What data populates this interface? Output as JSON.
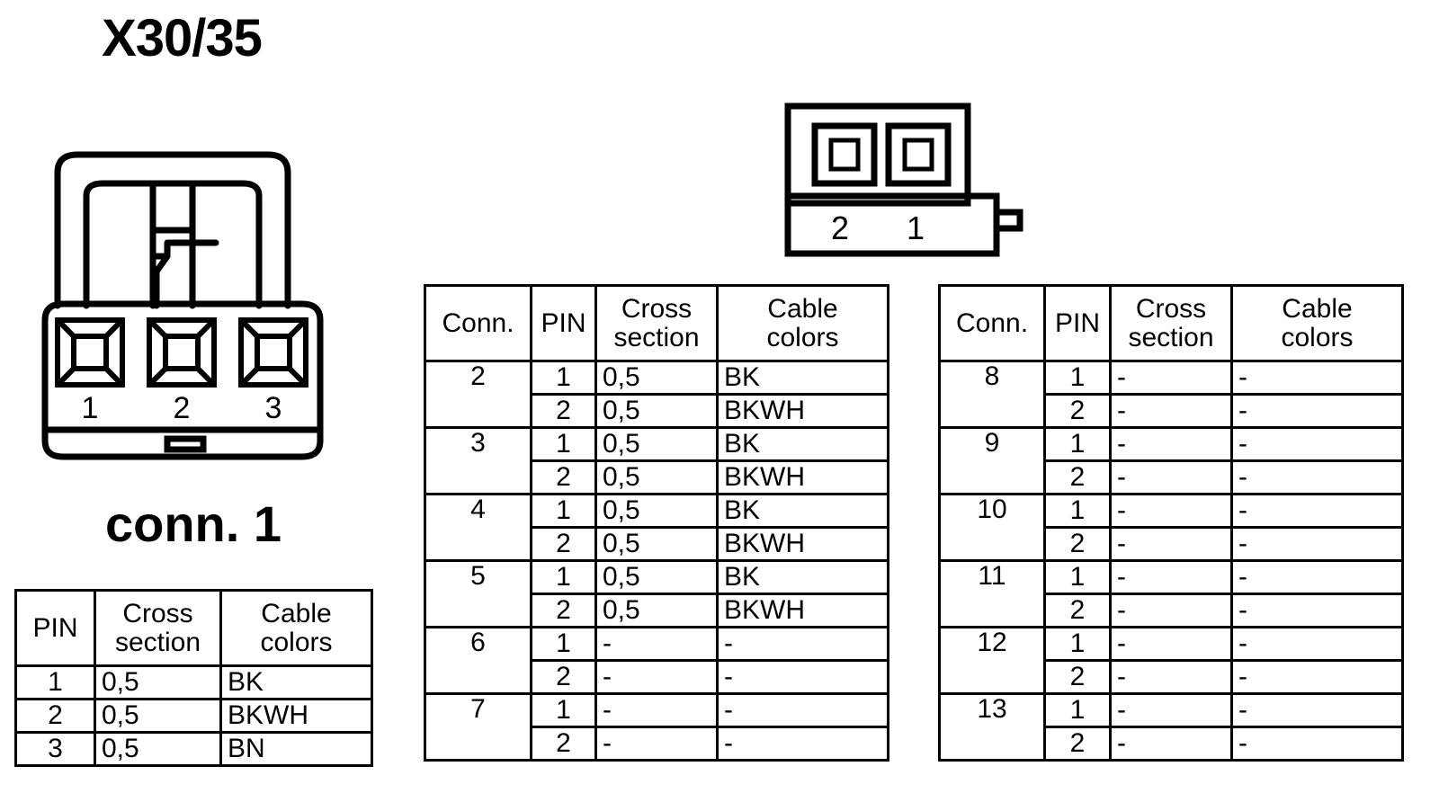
{
  "title": "X30/35",
  "connector_left": {
    "label": "conn. 1",
    "pin_labels": [
      "1",
      "2",
      "3"
    ]
  },
  "connector_x3035": {
    "pin_labels": [
      "2",
      "1"
    ]
  },
  "table_left": {
    "headers": [
      "PIN",
      "Cross\nsection",
      "Cable\ncolors"
    ],
    "header_pin": "PIN",
    "header_cross_l1": "Cross",
    "header_cross_l2": "section",
    "header_cable_l1": "Cable",
    "header_cable_l2": "colors",
    "rows": [
      {
        "pin": "1",
        "cross_section": "0,5",
        "cable_colors": "BK"
      },
      {
        "pin": "2",
        "cross_section": "0,5",
        "cable_colors": "BKWH"
      },
      {
        "pin": "3",
        "cross_section": "0,5",
        "cable_colors": "BN"
      }
    ]
  },
  "table_middle": {
    "header_conn": "Conn.",
    "header_pin": "PIN",
    "header_cross_l1": "Cross",
    "header_cross_l2": "section",
    "header_cable_l1": "Cable",
    "header_cable_l2": "colors",
    "groups": [
      {
        "conn": "2",
        "rows": [
          {
            "pin": "1",
            "cross_section": "0,5",
            "cable_colors": "BK"
          },
          {
            "pin": "2",
            "cross_section": "0,5",
            "cable_colors": "BKWH"
          }
        ]
      },
      {
        "conn": "3",
        "rows": [
          {
            "pin": "1",
            "cross_section": "0,5",
            "cable_colors": "BK"
          },
          {
            "pin": "2",
            "cross_section": "0,5",
            "cable_colors": "BKWH"
          }
        ]
      },
      {
        "conn": "4",
        "rows": [
          {
            "pin": "1",
            "cross_section": "0,5",
            "cable_colors": "BK"
          },
          {
            "pin": "2",
            "cross_section": "0,5",
            "cable_colors": "BKWH"
          }
        ]
      },
      {
        "conn": "5",
        "rows": [
          {
            "pin": "1",
            "cross_section": "0,5",
            "cable_colors": "BK"
          },
          {
            "pin": "2",
            "cross_section": "0,5",
            "cable_colors": "BKWH"
          }
        ]
      },
      {
        "conn": "6",
        "rows": [
          {
            "pin": "1",
            "cross_section": "-",
            "cable_colors": "-"
          },
          {
            "pin": "2",
            "cross_section": "-",
            "cable_colors": "-"
          }
        ]
      },
      {
        "conn": "7",
        "rows": [
          {
            "pin": "1",
            "cross_section": "-",
            "cable_colors": "-"
          },
          {
            "pin": "2",
            "cross_section": "-",
            "cable_colors": "-"
          }
        ]
      }
    ]
  },
  "table_right": {
    "header_conn": "Conn.",
    "header_pin": "PIN",
    "header_cross_l1": "Cross",
    "header_cross_l2": "section",
    "header_cable_l1": "Cable",
    "header_cable_l2": "colors",
    "groups": [
      {
        "conn": "8",
        "rows": [
          {
            "pin": "1",
            "cross_section": "-",
            "cable_colors": "-"
          },
          {
            "pin": "2",
            "cross_section": "-",
            "cable_colors": "-"
          }
        ]
      },
      {
        "conn": "9",
        "rows": [
          {
            "pin": "1",
            "cross_section": "-",
            "cable_colors": "-"
          },
          {
            "pin": "2",
            "cross_section": "-",
            "cable_colors": "-"
          }
        ]
      },
      {
        "conn": "10",
        "rows": [
          {
            "pin": "1",
            "cross_section": "-",
            "cable_colors": "-"
          },
          {
            "pin": "2",
            "cross_section": "-",
            "cable_colors": "-"
          }
        ]
      },
      {
        "conn": "11",
        "rows": [
          {
            "pin": "1",
            "cross_section": "-",
            "cable_colors": "-"
          },
          {
            "pin": "2",
            "cross_section": "-",
            "cable_colors": "-"
          }
        ]
      },
      {
        "conn": "12",
        "rows": [
          {
            "pin": "1",
            "cross_section": "-",
            "cable_colors": "-"
          },
          {
            "pin": "2",
            "cross_section": "-",
            "cable_colors": "-"
          }
        ]
      },
      {
        "conn": "13",
        "rows": [
          {
            "pin": "1",
            "cross_section": "-",
            "cable_colors": "-"
          },
          {
            "pin": "2",
            "cross_section": "-",
            "cable_colors": "-"
          }
        ]
      }
    ]
  },
  "colors": {
    "line": "#000000",
    "background": "#ffffff"
  }
}
